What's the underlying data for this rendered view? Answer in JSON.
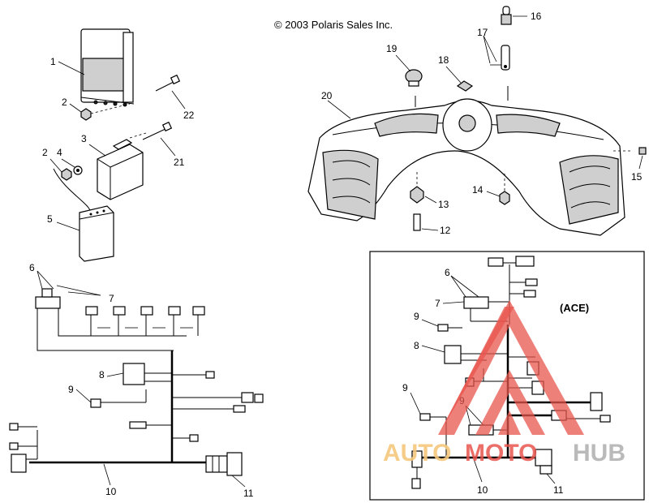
{
  "copyright": "© 2003 Polaris Sales Inc.",
  "inset_label": "(ACE)",
  "watermark": {
    "word1": "AUTO",
    "word2": "MOTO",
    "word3": "HUB",
    "color_auto": "#f6c77d",
    "color_moto": "#e8554e",
    "color_hub": "#b3b3b3"
  },
  "callouts": {
    "c1": "1",
    "c2a": "2",
    "c2b": "2",
    "c3": "3",
    "c4": "4",
    "c5": "5",
    "c6": "6",
    "c7": "7",
    "c8": "8",
    "c9": "9",
    "c10": "10",
    "c11": "11",
    "c12": "12",
    "c13": "13",
    "c14": "14",
    "c15": "15",
    "c16": "16",
    "c17": "17",
    "c18": "18",
    "c19": "19",
    "c20": "20",
    "c21": "21",
    "c22": "22",
    "i6": "6",
    "i7": "7",
    "i9a": "9",
    "i8": "8",
    "i9b": "9",
    "i9c": "9",
    "i10": "10",
    "i11": "11"
  }
}
